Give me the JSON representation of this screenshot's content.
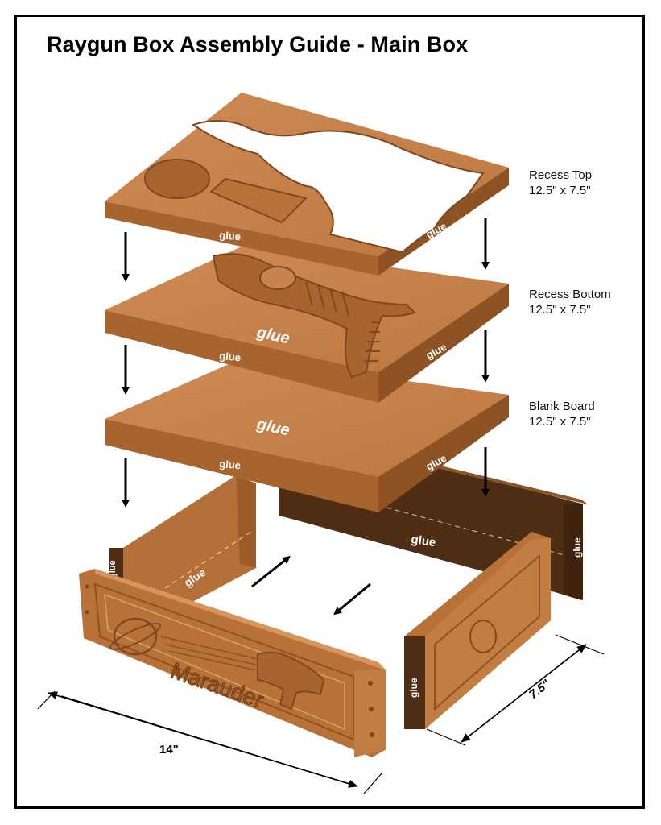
{
  "title": "Raygun Box Assembly Guide - Main Box",
  "layers": [
    {
      "name": "Recess Top",
      "size": "12.5\" x 7.5\""
    },
    {
      "name": "Recess Bottom",
      "size": "12.5\" x 7.5\""
    },
    {
      "name": "Blank Board",
      "size": "12.5\" x 7.5\""
    }
  ],
  "glue_label": "glue",
  "front_panel_text": "Marauder",
  "dimensions": {
    "length": "14\"",
    "width": "7.5\""
  },
  "colors": {
    "wood_top": "#c88450",
    "wood_side": "#a8642e",
    "wood_dark": "#4e2d14",
    "arrow": "#000000"
  }
}
